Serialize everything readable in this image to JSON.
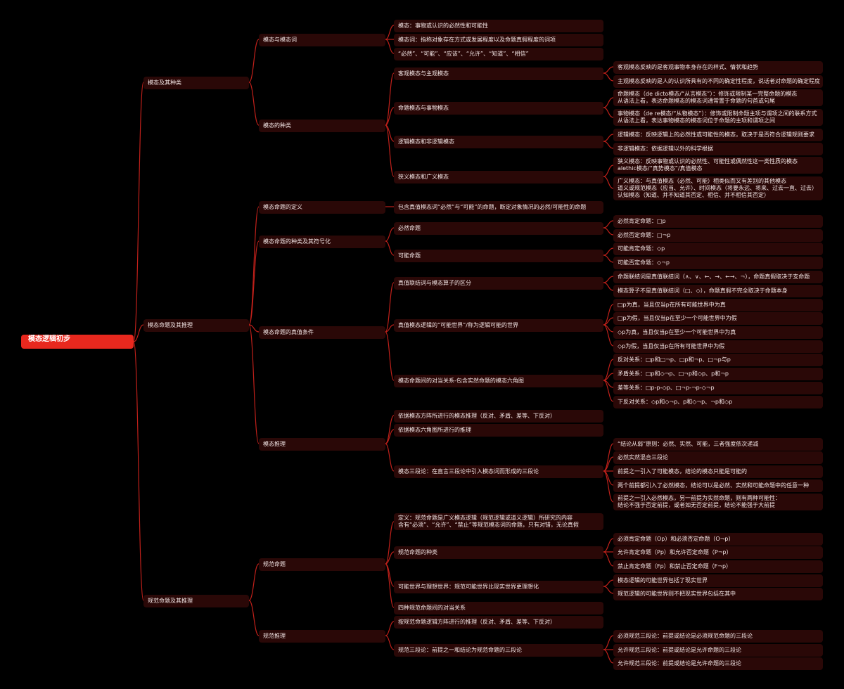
{
  "root": "模态逻辑初步",
  "nodes": {
    "n1": "模态及其种类",
    "n11": "模态与模态词",
    "n111": "模态：事物或认识的必然性和可能性",
    "n112": "模态词：指称对象存在方式或发展程度以及命题真假程度的词项",
    "n113": "“必然”、“可能”、“应该”、“允许”、“知道”、“相信”",
    "n12": "模态的种类",
    "n121": "客观模态与主观模态",
    "n1211": "客观模态反映的是客观事物本身存在的样式、情状和趋势",
    "n1212": "主观模态反映的是人的认识所具有的不同的确定性程度，说话者对命题的确定程度",
    "n122": "命题模态与事物模态",
    "n1221": "命题模态（de dicto模态/“从言模态”）：修饰或限制某一完整命题的模态\n从语法上看，表达命题模态的模态词通常置于命题的句首或句尾",
    "n1222": "事物模态（de re模态/“从物模态”）：修饰或限制命题主项与谓项之间的联系方式\n从语法上看，表达事物模态的模态词位于命题的主项和谓项之间",
    "n123": "逻辑模态和非逻辑模态",
    "n1231": "逻辑模态：反映逻辑上的必然性或可能性的模态，取决于是否符合逻辑规则要求",
    "n1232": "非逻辑模态：依据逻辑以外的科学根据",
    "n124": "狭义模态和广义模态",
    "n1241": "狭义模态：反映事物或认识的必然性、可能性或偶然性这一类性质的模态\nalethic模态/“真势模态”/真值模态",
    "n1242": "广义模态：与真值模态（必然、可能）相类似而又有差别的其他模态\n道义或规范模态（应当、允许）、时间模态（将要永远、将来、过去一直、过去）\n认知模态（知道、并不知道其否定、相信、并不相信其否定）",
    "n2": "模态命题及其推理",
    "n21": "模态命题的定义",
    "n211": "包含真值模态词“必然”与“可能”的命题，断定对象情况的必然/可能性的命题",
    "n22": "模态命题的种类及其符号化",
    "n221": "必然命题",
    "n2211": "必然肯定命题：□p",
    "n2212": "必然否定命题：□¬p",
    "n222": "可能命题",
    "n2221": "可能肯定命题：◇p",
    "n2222": "可能否定命题：◇¬p",
    "n23": "模态命题的真值条件",
    "n231": "真值联结词与模态算子的区分",
    "n2311": "命题联结词是真值联结词（∧、∨、←、→、←→、¬），命题真假取决于支命题",
    "n2312": "模态算子不是真值联结词（□、◇），命题真假不完全取决于命题本身",
    "n232": "真值模态逻辑的“可能世界”/称为逻辑可能的世界",
    "n2321": "□p为真，当且仅当p在所有可能世界中为真",
    "n2322": "□p为假，当且仅当p在至少一个可能世界中为假",
    "n2323": "◇p为真，当且仅当p在至少一个可能世界中为真",
    "n2324": "◇p为假，当且仅当p在所有可能世界中为假",
    "n233": "模态命题间的对当关系-包含实然命题的模态六角图",
    "n2331": "反对关系：□p和□¬p、□p和¬p、□¬p与p",
    "n2332": "矛盾关系：□p和◇¬p、□¬p和◇p、p和¬p",
    "n2333": "差等关系：□p-p-◇p、□¬p-¬p-◇¬p",
    "n2334": "下反对关系：◇p和◇¬p、p和◇¬p、¬p和◇p",
    "n24": "模态推理",
    "n241": "依据模态方阵所进行的模态推理（反对、矛盾、差等、下反对）",
    "n242": "依据模态六角图所进行的推理",
    "n243": "模态三段论：在直言三段论中引入模态词而形成的三段论",
    "n2431": "“结论从弱”原则：必然、实然、可能，三者强度依次递减",
    "n2432": "必然实然混合三段论",
    "n2433": "前提之一引入了可能模态，结论的模态只能是可能的",
    "n2434": "两个前提都引入了必然模态，结论可以是必然、实然和可能命题中的任意一种",
    "n2435": "前提之一引入必然模态，另一前提为实然命题，则有两种可能性：\n结论不强于否定前提，或者如无否定前提，结论不能强于大前提",
    "n3": "规范命题及其推理",
    "n31": "规范命题",
    "n311": "定义：规范命题是广义模态逻辑（规范逻辑或道义逻辑）所研究的内容\n含有“必须”、“允许”、“禁止”等规范模态词的命题，只有对错，无论真假",
    "n312": "规范命题的种类",
    "n3121": "必须肯定命题（Op）和必须否定命题（O¬p）",
    "n3122": "允许肯定命题（Pp）和允许否定命题（P¬p）",
    "n3123": "禁止肯定命题（Fp）和禁止否定命题（F¬p）",
    "n313": "可能世界与理想世界：规范可能世界比现实世界更理想化",
    "n3131": "模态逻辑的可能世界包括了现实世界",
    "n3132": "规范逻辑的可能世界则不把现实世界包括在其中",
    "n314": "四种规范命题间的对当关系",
    "n32": "规范推理",
    "n321": "按规范命题逻辑方阵进行的推理（反对、矛盾、差等、下反对）",
    "n322": "规范三段论：前提之一和结论为规范命题的三段论",
    "n3221": "必须规范三段论：前提或结论是必须规范命题的三段论",
    "n3222": "允许规范三段论：前提或结论是允许命题的三段论",
    "n3223": "允许规范三段论：前提或结论是允许命题的三段论"
  },
  "colors": {
    "background": "#000000",
    "root": "#e8281e",
    "node": "#2a0807",
    "edge": "#c0201a",
    "text": "#f3e6e6"
  }
}
